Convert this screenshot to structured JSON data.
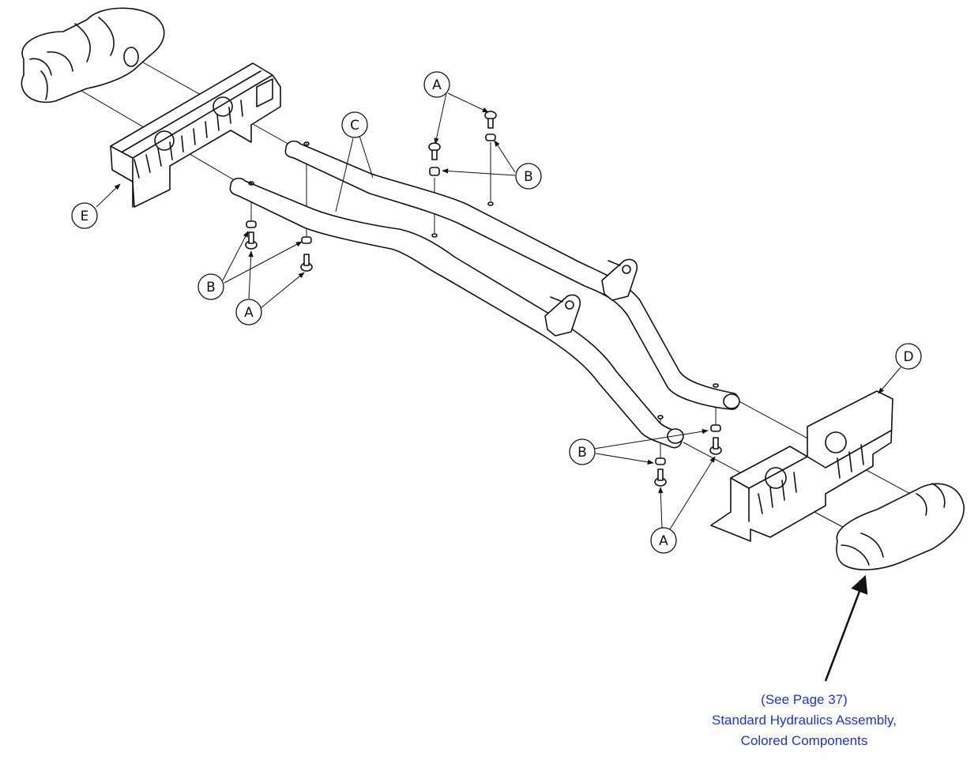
{
  "callouts": [
    {
      "letter": "A"
    },
    {
      "letter": "B"
    },
    {
      "letter": "C"
    },
    {
      "letter": "B"
    },
    {
      "letter": "E"
    },
    {
      "letter": "B"
    },
    {
      "letter": "A"
    },
    {
      "letter": "D"
    },
    {
      "letter": "B"
    },
    {
      "letter": "A"
    }
  ],
  "reference": {
    "line1": "(See Page 37)",
    "line2": "Standard Hydraulics Assembly,",
    "line3": "Colored Components"
  },
  "colors": {
    "link": "#1f33d6",
    "line": "#111111"
  }
}
